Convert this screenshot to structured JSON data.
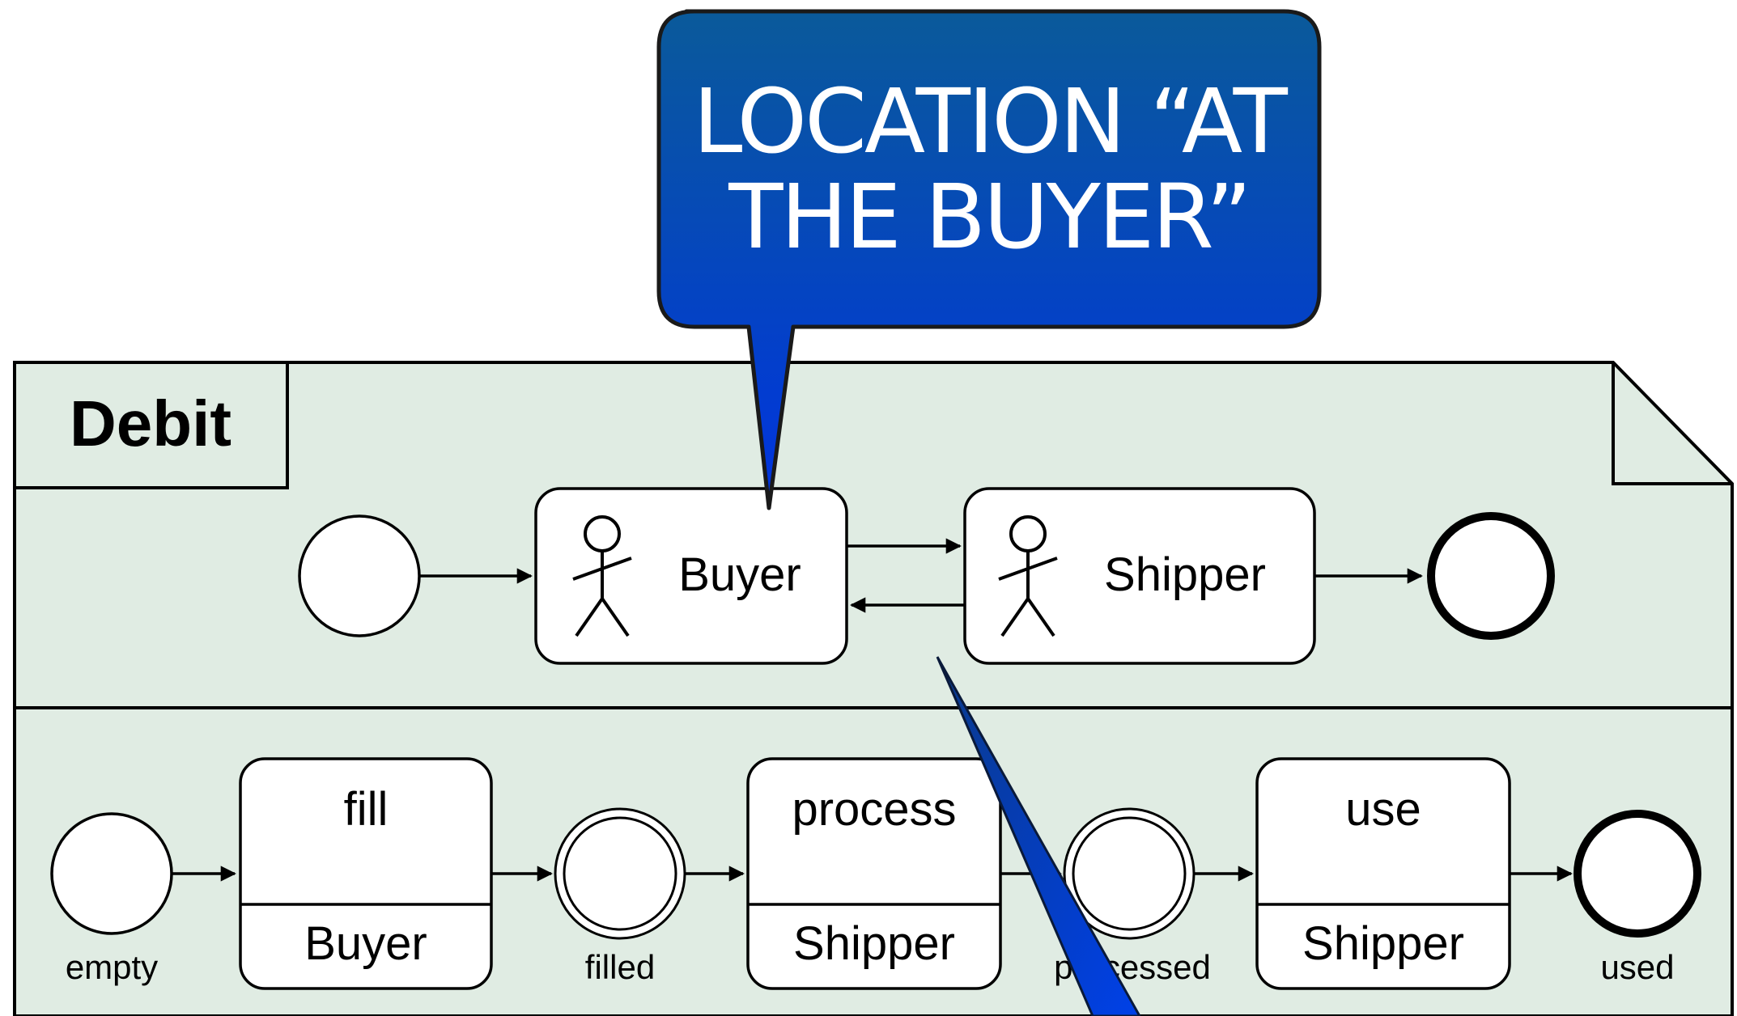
{
  "callout": {
    "line1": "LOCATION “AT",
    "line2": "THE BUYER”"
  },
  "frame": {
    "title": "Debit"
  },
  "colors": {
    "frame_fill": "#e0ece3",
    "callout_top": "#0a5a9a",
    "callout_bottom": "#0033e0",
    "stroke": "#000000"
  },
  "lane_top": {
    "actor_buyer": "Buyer",
    "actor_shipper": "Shipper",
    "actor_icon": "stick-figure-icon"
  },
  "lane_bottom": {
    "tasks": [
      {
        "name": "fill",
        "role": "Buyer"
      },
      {
        "name": "process",
        "role": "Shipper"
      },
      {
        "name": "use",
        "role": "Shipper"
      }
    ],
    "states": [
      "empty",
      "filled",
      "processed",
      "used"
    ]
  }
}
